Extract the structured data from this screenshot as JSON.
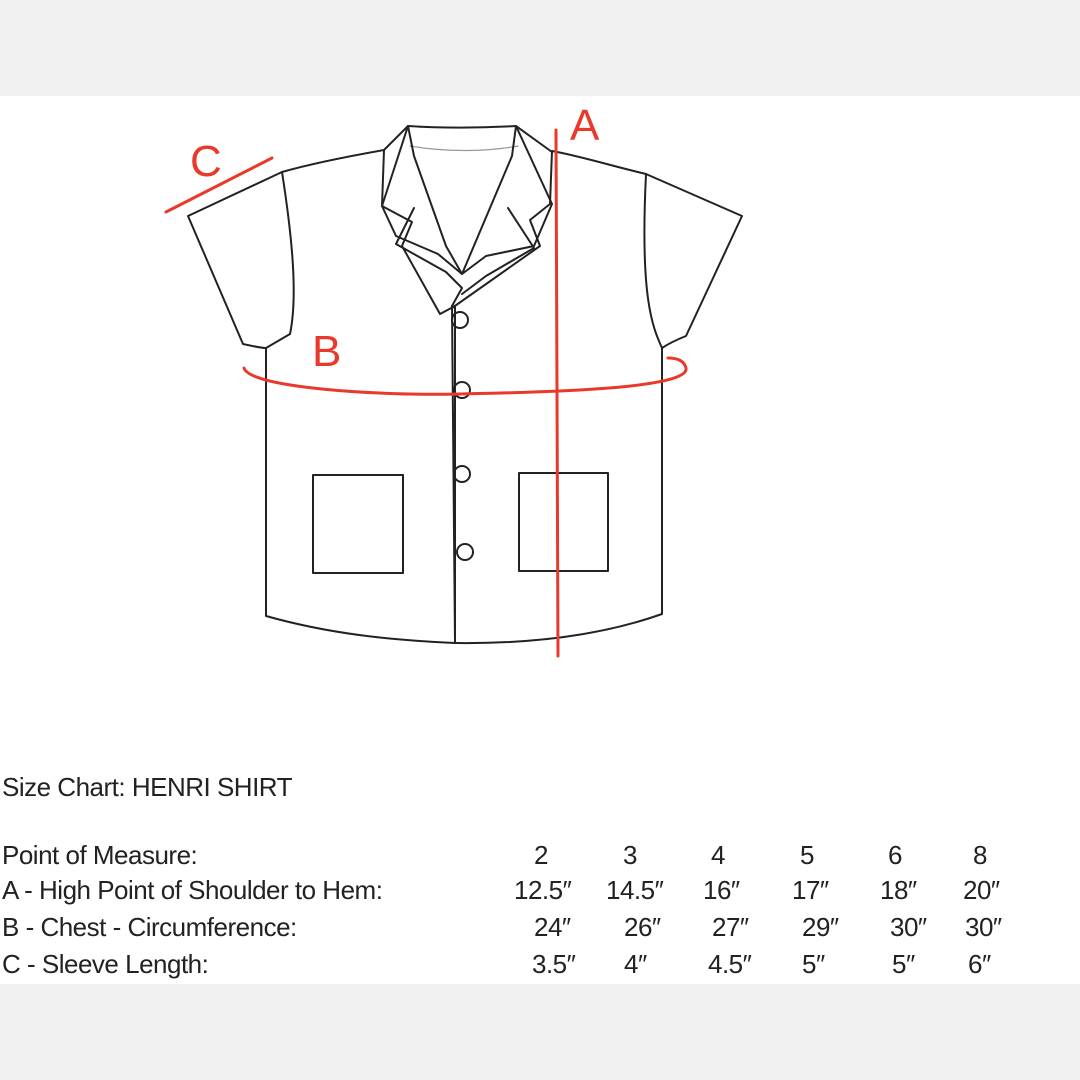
{
  "diagram": {
    "labels": {
      "a": "A",
      "b": "B",
      "c": "C"
    },
    "colors": {
      "outline": "#222222",
      "measure": "#e8392a"
    }
  },
  "size_chart": {
    "title": "Size Chart: HENRI SHIRT",
    "header_label": "Point of Measure:",
    "sizes": [
      "2",
      "3",
      "4",
      "5",
      "6",
      "8"
    ],
    "rows": [
      {
        "label": "A - High Point of Shoulder to Hem:",
        "values": [
          "12.5″",
          "14.5″",
          "16″",
          "17″",
          "18″",
          "20″"
        ]
      },
      {
        "label": "B - Chest - Circumference:",
        "values": [
          "24″",
          "26″",
          "27″",
          "29″",
          "30″",
          "30″"
        ]
      },
      {
        "label": "C - Sleeve Length:",
        "values": [
          "3.5″",
          "4″",
          "4.5″",
          "5″",
          "5″",
          "6″"
        ]
      }
    ]
  }
}
